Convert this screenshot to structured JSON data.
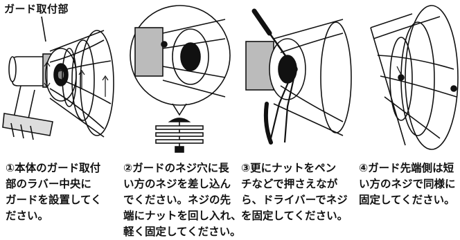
{
  "callout_label": "ガード取付部",
  "steps": [
    {
      "lines": [
        "①本体のガード取付",
        "部のラバー中央に",
        "ガードを設置してく",
        "ださい。"
      ]
    },
    {
      "lines": [
        "②ガードのネジ穴に長",
        "い方のネジを差し込ん",
        "でください。ネジの先",
        "端にナットを回し入れ、",
        "軽く固定してください。"
      ]
    },
    {
      "lines": [
        "③更にナットをペン",
        "チなどで押さえなが",
        "ら、ドライバーでネジ",
        "を固定してください。"
      ]
    },
    {
      "lines": [
        "④ガード先端側は短",
        "い方のネジで同様に",
        "固定してください。"
      ]
    }
  ]
}
